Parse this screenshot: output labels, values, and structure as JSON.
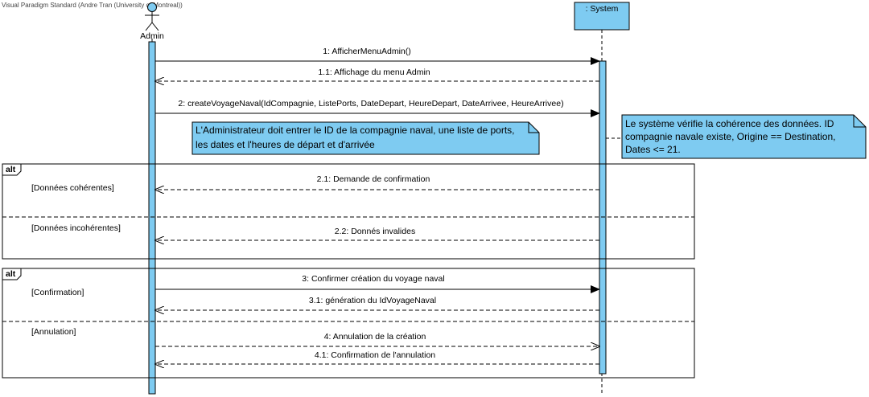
{
  "watermark": "Visual Paradigm Standard (Andre Tran (University of Montreal))",
  "lifelines": {
    "admin": {
      "label": "Admin"
    },
    "system": {
      "label": ": System"
    }
  },
  "messages": [
    {
      "id": "m1",
      "label": "1: AfficherMenuAdmin()"
    },
    {
      "id": "m11",
      "label": "1.1: Affichage du menu Admin"
    },
    {
      "id": "m2",
      "label": "2: createVoyageNaval(IdCompagnie, ListePorts, DateDepart, HeureDepart, DateArrivee, HeureArrivee)"
    },
    {
      "id": "m21",
      "label": "2.1: Demande de confirmation"
    },
    {
      "id": "m22",
      "label": "2.2: Donnés invalides"
    },
    {
      "id": "m3",
      "label": "3: Confirmer création du voyage naval"
    },
    {
      "id": "m31",
      "label": "3.1: génération du IdVoyageNaval"
    },
    {
      "id": "m4",
      "label": "4: Annulation de la création"
    },
    {
      "id": "m41",
      "label": "4.1: Confirmation de l'annulation"
    }
  ],
  "notes": {
    "admin_note": {
      "lines": [
        "L'Administrateur doit entrer le ID de la compagnie naval, une liste de ports,",
        "les dates et l'heures de départ et d'arrivée"
      ]
    },
    "system_note": {
      "lines": [
        "Le système vérifie la cohérence des données. ID",
        "compagnie navale existe, Origine == Destination,",
        "Dates <= 21."
      ]
    }
  },
  "fragments": [
    {
      "id": "alt1",
      "operator": "alt",
      "guards": [
        "[Données cohérentes]",
        "[Données incohérentes]"
      ]
    },
    {
      "id": "alt2",
      "operator": "alt",
      "guards": [
        "[Confirmation]",
        "[Annulation]"
      ]
    }
  ],
  "colors": {
    "activation": "#7ecbf1",
    "note_fill": "#7ecbf1",
    "line": "#000000"
  }
}
